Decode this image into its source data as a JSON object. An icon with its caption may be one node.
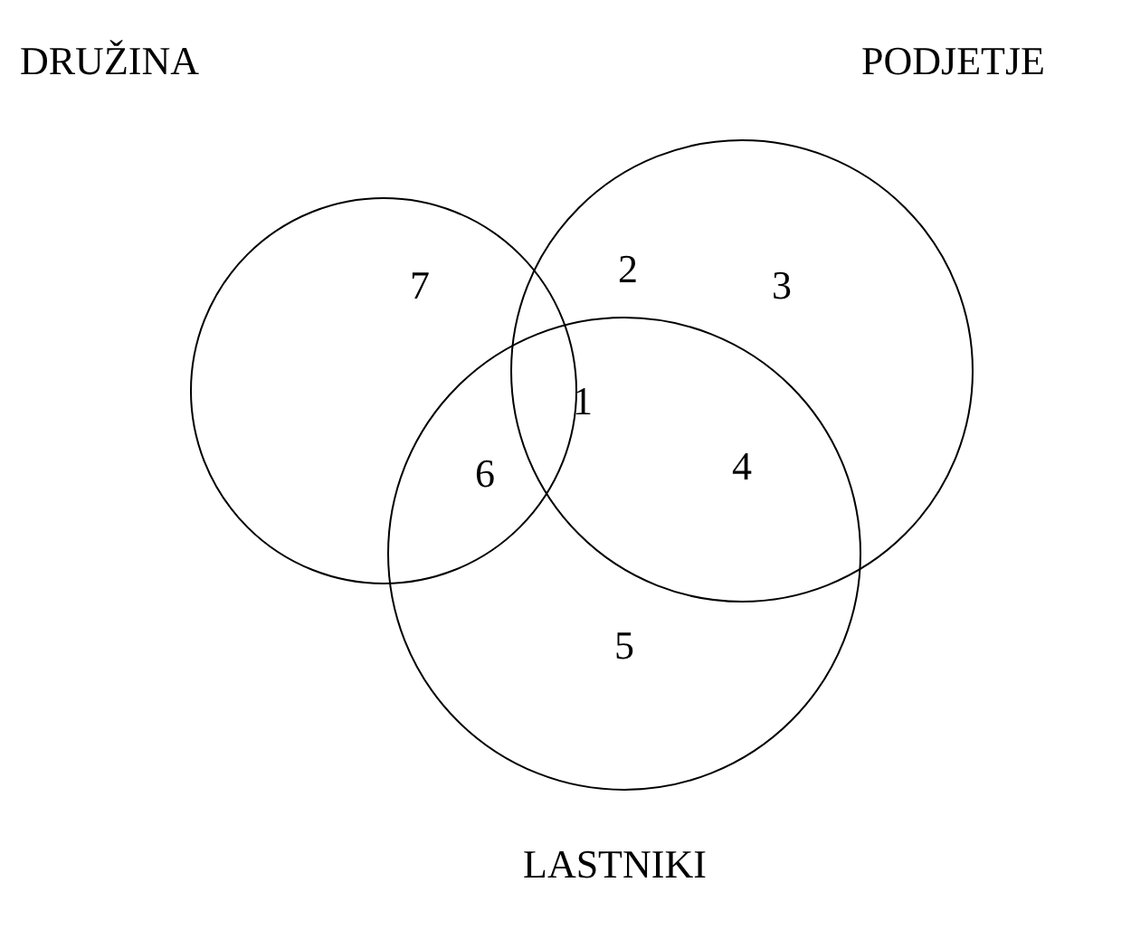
{
  "diagram": {
    "nodes": [
      {
        "text": [
          "DRUŽINA"
        ]
      },
      {
        "text": [
          "PODJETJE"
        ]
      },
      {
        "text": [
          "LASTNIKI"
        ]
      }
    ],
    "labels": [
      "7",
      "2",
      "3",
      "1",
      "6",
      "4",
      "5"
    ]
  }
}
